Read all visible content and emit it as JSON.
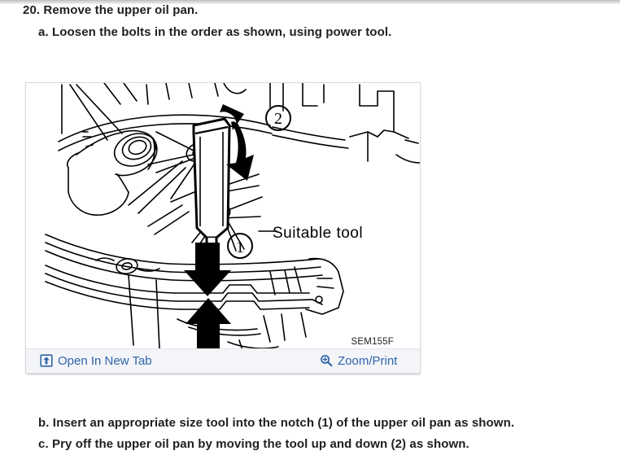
{
  "document": {
    "steps": {
      "main": "20. Remove the upper oil pan.",
      "a": "a. Loosen the bolts in the order as shown, using power tool.",
      "b": "b. Insert an appropriate size tool into the notch (1) of the upper oil pan as shown.",
      "c": "c. Pry off the upper oil pan by moving the tool up and down (2) as shown."
    }
  },
  "figure": {
    "code": "SEM155F",
    "callout_label": "Suitable tool",
    "callout_numbers": [
      "1",
      "2"
    ],
    "alt": "Line drawing of an engine upper oil pan with a suitable pry tool inserted into the notch",
    "toolbar": {
      "open_in_new_tab": {
        "label": "Open In New Tab",
        "icon": "open-in-new-tab-icon"
      },
      "zoom_print": {
        "label": "Zoom/Print",
        "icon": "magnifier-plus-icon"
      }
    }
  },
  "colors": {
    "link": "#2f63a8",
    "toolbar_background": "#f4f5f9",
    "text": "#202020",
    "figure_line": "#000000",
    "panel_border": "#d8d8d8"
  }
}
